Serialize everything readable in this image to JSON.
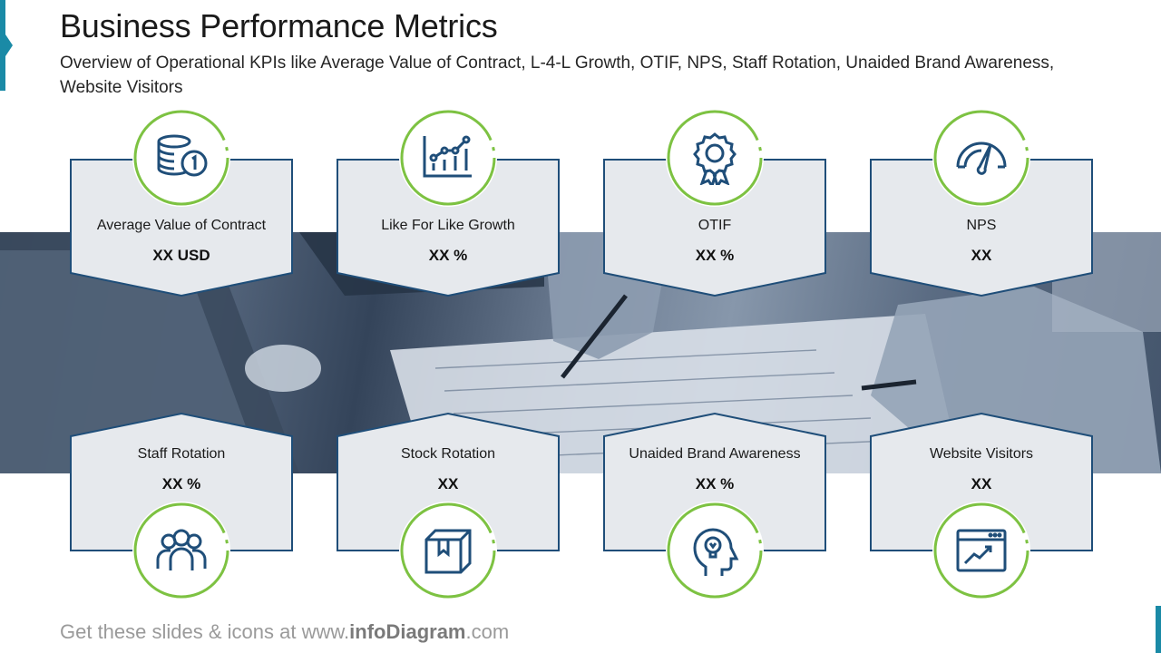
{
  "header": {
    "title": "Business Performance Metrics",
    "subtitle": "Overview of Operational KPIs like Average Value of Contract, L-4-L Growth, OTIF, NPS, Staff Rotation, Unaided Brand Awareness, Website Visitors"
  },
  "metrics_top": [
    {
      "label": "Average Value of Contract",
      "value": "XX USD",
      "icon": "coins-icon"
    },
    {
      "label": "Like For Like Growth",
      "value": "XX %",
      "icon": "line-chart-icon"
    },
    {
      "label": "OTIF",
      "value": "XX %",
      "icon": "award-ribbon-icon"
    },
    {
      "label": "NPS",
      "value": "XX",
      "icon": "gauge-icon"
    }
  ],
  "metrics_bottom": [
    {
      "label": "Staff Rotation",
      "value": "XX %",
      "icon": "people-group-icon"
    },
    {
      "label": "Stock Rotation",
      "value": "XX",
      "icon": "box-icon"
    },
    {
      "label": "Unaided Brand Awareness",
      "value": "XX %",
      "icon": "head-lightbulb-icon"
    },
    {
      "label": "Website Visitors",
      "value": "XX",
      "icon": "browser-chart-icon"
    }
  ],
  "footer": {
    "prefix": "Get these slides & icons at www.",
    "brand": "infoDiagram",
    "suffix": ".com"
  },
  "colors": {
    "accent_teal": "#1a8aa6",
    "card_border": "#1f4e79",
    "card_fill": "#e6e9ed",
    "ring_green": "#7dc242",
    "icon_navy": "#1f4e79"
  }
}
